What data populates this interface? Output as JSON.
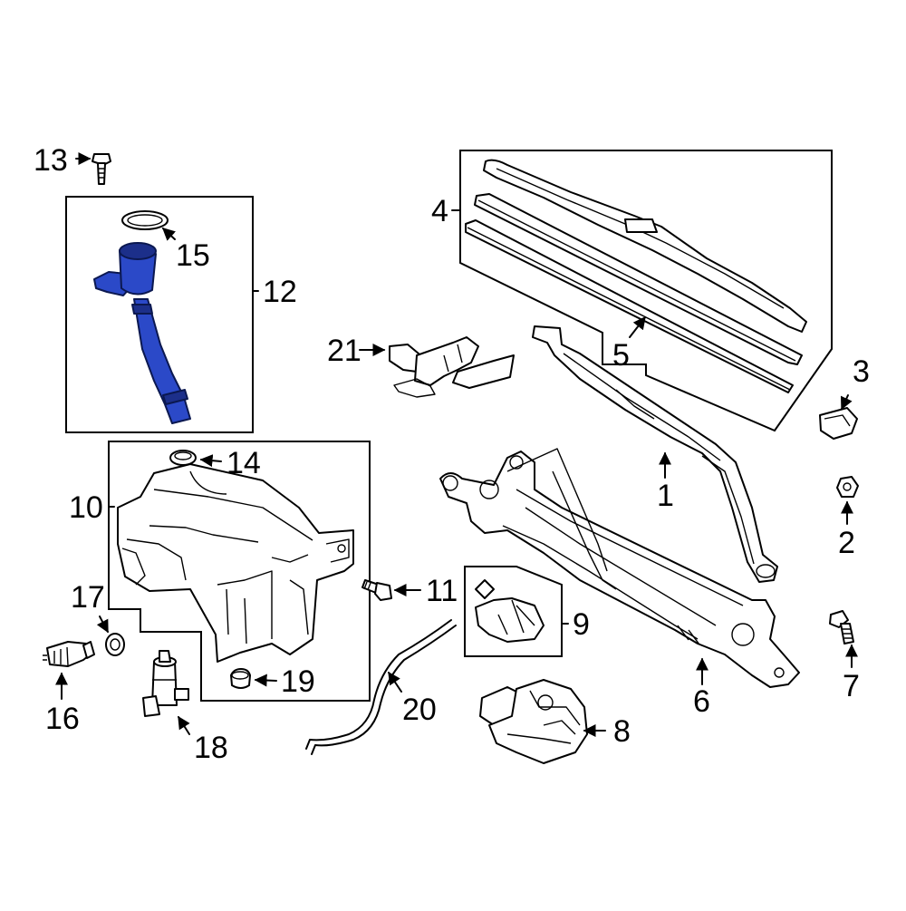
{
  "colors": {
    "highlight": "#2b49c8",
    "highlight_dark": "#1c2f8a",
    "line": "#000000",
    "background": "#ffffff"
  },
  "callouts": {
    "c1": "1",
    "c2": "2",
    "c3": "3",
    "c4": "4",
    "c5": "5",
    "c6": "6",
    "c7": "7",
    "c8": "8",
    "c9": "9",
    "c10": "10",
    "c11": "11",
    "c12": "12",
    "c13": "13",
    "c14": "14",
    "c15": "15",
    "c16": "16",
    "c17": "17",
    "c18": "18",
    "c19": "19",
    "c20": "20",
    "c21": "21"
  }
}
